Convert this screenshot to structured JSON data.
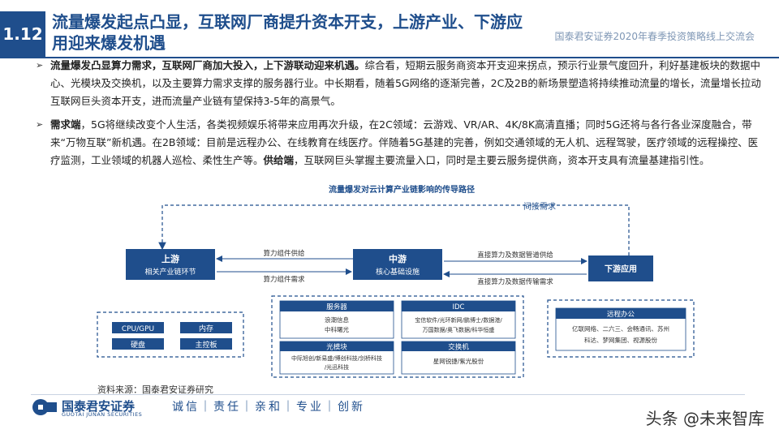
{
  "header": {
    "number": "1.12",
    "title": "流量爆发起点凸显，互联网厂商提升资本开支，上游产业、下游应用迎来爆发机遇",
    "tag": "国泰君安证券2020年春季投资策略线上交流会"
  },
  "paragraphs": [
    {
      "bullet": "➢",
      "bold": "流量爆发凸显算力需求，互联网厂商加大投入，上下游联动迎来机遇。",
      "text": "综合看，短期云服务商资本开支迎来拐点，预示行业景气度回升，利好基建板块的数据中心、光模块及交换机，以及主要算力需求支撑的服务器行业。中长期看，随着5G网络的逐渐完善，2C及2B的新场景塑造将持续推动流量的增长，流量增长拉动互联网巨头资本开支，进而流量产业链有望保持3-5年的高景气。"
    },
    {
      "bullet": "➢",
      "bold": "需求端",
      "text": "，5G将继续改变个人生活，各类视频娱乐将带来应用再次升级，在2C领域：云游戏、VR/AR、4K/8K高清直播；同时5G还将与各行各业深度融合，带来“万物互联”新机遇。在2B领域：目前是远程办公、在线教育在线医疗。伴随着5G基建的完善，例如交通领域的无人机、远程驾驶，医疗领域的远程操控、医疗监测，工业领域的机器人巡检、柔性生产等。",
      "bold2": "供给端",
      "text2": "，互联网巨头掌握主要流量入口，同时是主要云服务提供商，资本开支具有流量基建指引性。"
    }
  ],
  "diagram": {
    "title": "流量爆发对云计算产业链影响的传导路径",
    "indirect_demand": "间接需求",
    "upstream": {
      "title": "上游",
      "subtitle": "相关产业链环节"
    },
    "core": {
      "title": "中游",
      "subtitle": "核心基础设施"
    },
    "downstream": {
      "title": "下游应用"
    },
    "arrows": {
      "supply_left": "算力组件供给",
      "demand_left": "算力组件需求",
      "supply_right": "直接算力及数据管道供给",
      "demand_right": "直接算力及数据传输需求"
    },
    "upstream_items": [
      "CPU/GPU",
      "内存",
      "硬盘",
      "主控板"
    ],
    "core_groups": {
      "server": {
        "label": "服务器",
        "companies": [
          "浪潮信息",
          "中科曙光"
        ]
      },
      "idc": {
        "label": "IDC",
        "companies": [
          "宝信软件/光环新网/鹏博士/数据港/",
          "万国数据/奥飞数据/科华恒盛"
        ]
      },
      "optical": {
        "label": "光模块",
        "companies": [
          "中际旭创/新易盛/博创科技/剑桥科技",
          "/光迅科技"
        ]
      },
      "switch": {
        "label": "交换机",
        "companies": [
          "星网锐捷/紫光股份"
        ]
      }
    },
    "downstream_group": {
      "label": "远程办公",
      "companies": [
        "亿联网络、二六三、会畅通讯、苏州",
        "科达、梦网集团、视源股份"
      ]
    }
  },
  "footer": {
    "source": "资料来源：国泰君安证券研究",
    "logo_cn": "国泰君安证券",
    "logo_en": "GUOTAI JUNAN SECURITIES",
    "slogan": "诚信｜责任｜亲和｜专业｜创新",
    "watermark": "头条 @未来智库"
  },
  "colors": {
    "primary": "#1f4e8c",
    "light": "#7f97b5"
  }
}
